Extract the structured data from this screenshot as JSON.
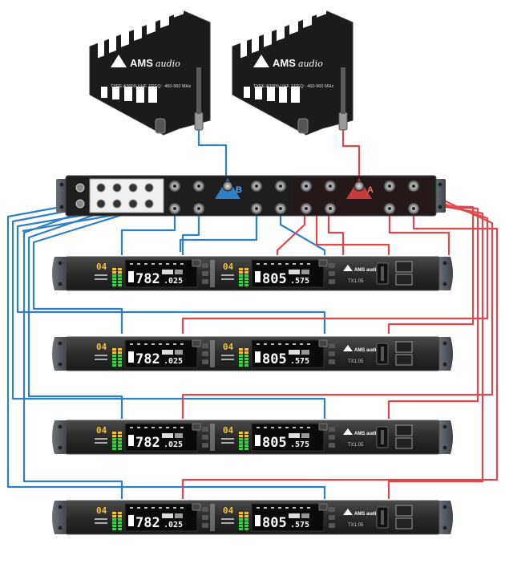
{
  "antennas": [
    {
      "brand": "AMS",
      "brand_script": "audio",
      "spec": "TYPE:A3000-UHF, FREQ : 460-960 MHz",
      "channel": "B"
    },
    {
      "brand": "AMS",
      "brand_script": "audio",
      "spec": "TYPE:A3000-UHF, FREQ : 460-960 MHz",
      "channel": "A"
    }
  ],
  "distributor": {
    "label_b": "B",
    "label_a": "A"
  },
  "receivers": [
    {
      "ch": "04",
      "freq_a_main": "782",
      "freq_a_dec": ".025",
      "freq_b_main": "805",
      "freq_b_dec": ".575",
      "brand": "AMS audio",
      "model": "TX1.05"
    },
    {
      "ch": "04",
      "freq_a_main": "782",
      "freq_a_dec": ".025",
      "freq_b_main": "805",
      "freq_b_dec": ".575",
      "brand": "AMS audio",
      "model": "TX1.05"
    },
    {
      "ch": "04",
      "freq_a_main": "782",
      "freq_a_dec": ".025",
      "freq_b_main": "805",
      "freq_b_dec": ".575",
      "brand": "AMS audio",
      "model": "TX1.05"
    },
    {
      "ch": "04",
      "freq_a_main": "782",
      "freq_a_dec": ".025",
      "freq_b_main": "805",
      "freq_b_dec": ".575",
      "brand": "AMS audio",
      "model": "TX1.05"
    }
  ],
  "colors": {
    "blue": "#2f7fc4",
    "red": "#e0474b",
    "unit_body": "#2b2b2b",
    "lcd_text": "#ffffff",
    "ch_text": "#f2c230"
  }
}
